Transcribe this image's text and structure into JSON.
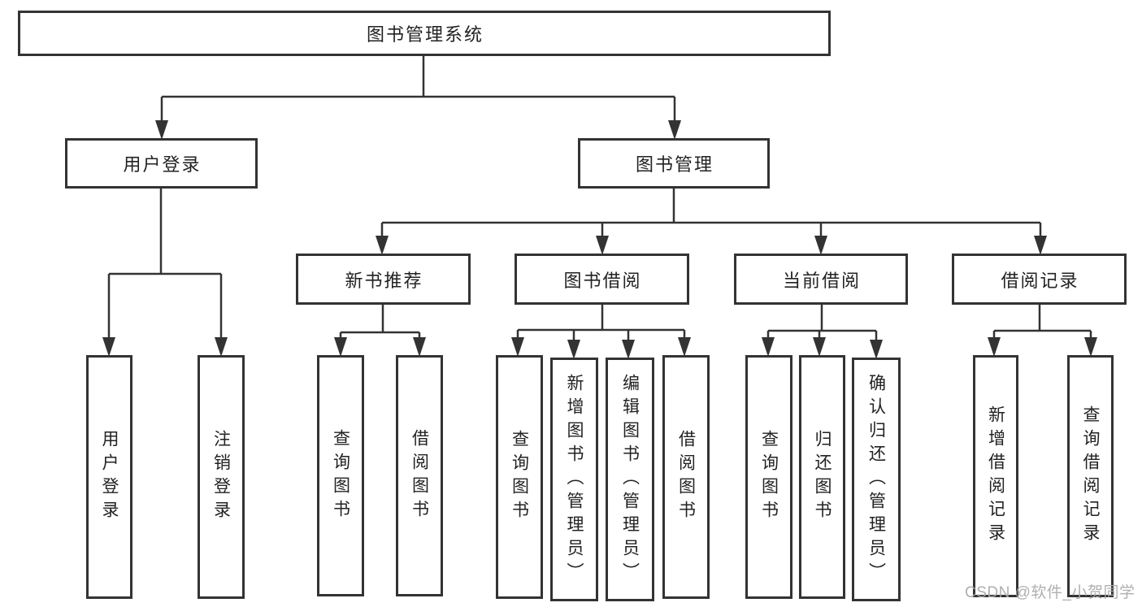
{
  "diagram": {
    "type": "hierarchy",
    "tree": {
      "label": "图书管理系统",
      "children": [
        {
          "label": "用户登录",
          "children": [
            {
              "label": "用户登录"
            },
            {
              "label": "注销登录"
            }
          ]
        },
        {
          "label": "图书管理",
          "children": [
            {
              "label": "新书推荐",
              "children": [
                {
                  "label": "查询图书"
                },
                {
                  "label": "借阅图书"
                }
              ]
            },
            {
              "label": "图书借阅",
              "children": [
                {
                  "label": "查询图书"
                },
                {
                  "label": "新增图书（管理员）"
                },
                {
                  "label": "编辑图书（管理员）"
                },
                {
                  "label": "借阅图书"
                }
              ]
            },
            {
              "label": "当前借阅",
              "children": [
                {
                  "label": "查询图书"
                },
                {
                  "label": "归还图书"
                },
                {
                  "label": "确认归还（管理员）"
                }
              ]
            },
            {
              "label": "借阅记录",
              "children": [
                {
                  "label": "新增借阅记录"
                },
                {
                  "label": "查询借阅记录"
                }
              ]
            }
          ]
        }
      ]
    },
    "colors": {
      "line": "#333333",
      "box_border": "#333333",
      "box_background": "#ffffff",
      "text": "#222222",
      "watermark": "#a9a9a9"
    }
  },
  "watermark": {
    "text": "CSDN @软件_小贺同学"
  }
}
